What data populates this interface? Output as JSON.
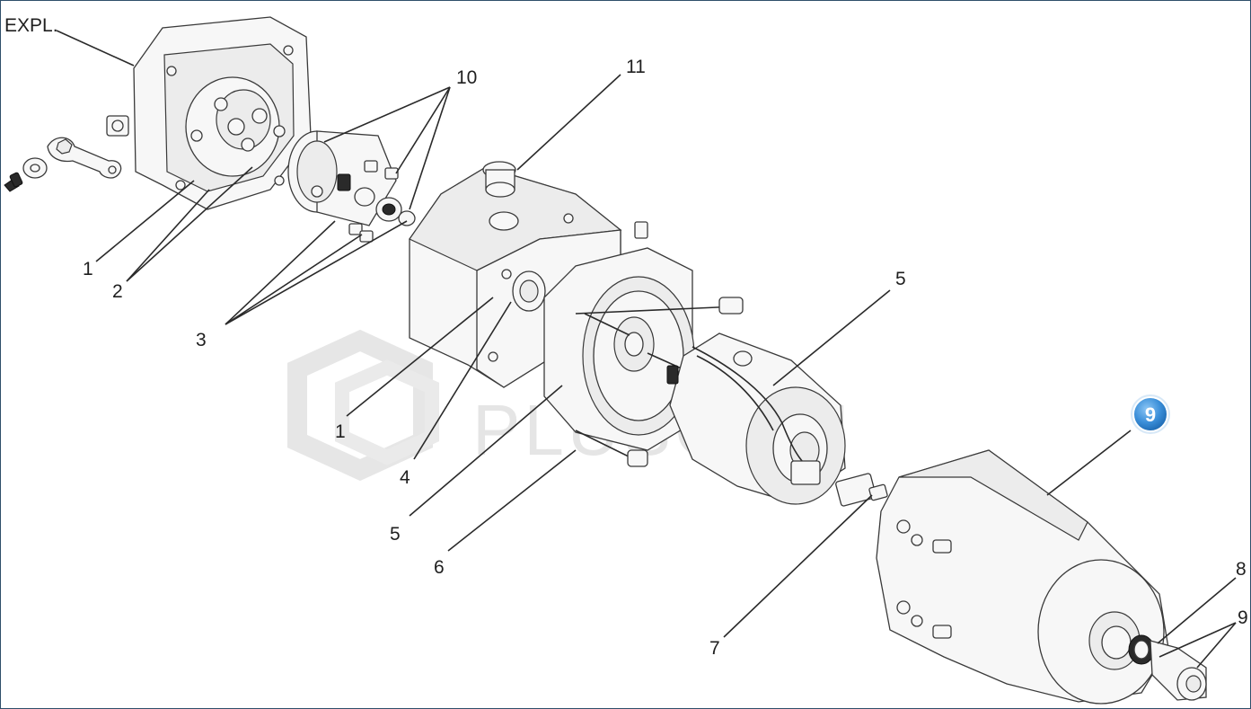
{
  "diagram": {
    "corner_label": "EXPL.",
    "callouts": {
      "c1a": "1",
      "c2": "2",
      "c3": "3",
      "c10": "10",
      "c11": "11",
      "c5a": "5",
      "c1b": "1",
      "c4": "4",
      "c5b": "5",
      "c6": "6",
      "c7": "7",
      "c8": "8",
      "c9": "9"
    },
    "highlight_badge": "9",
    "watermark": "PLUSCOM"
  },
  "colors": {
    "badge": "#3b8fd9",
    "frame": "#2f4f6a"
  }
}
